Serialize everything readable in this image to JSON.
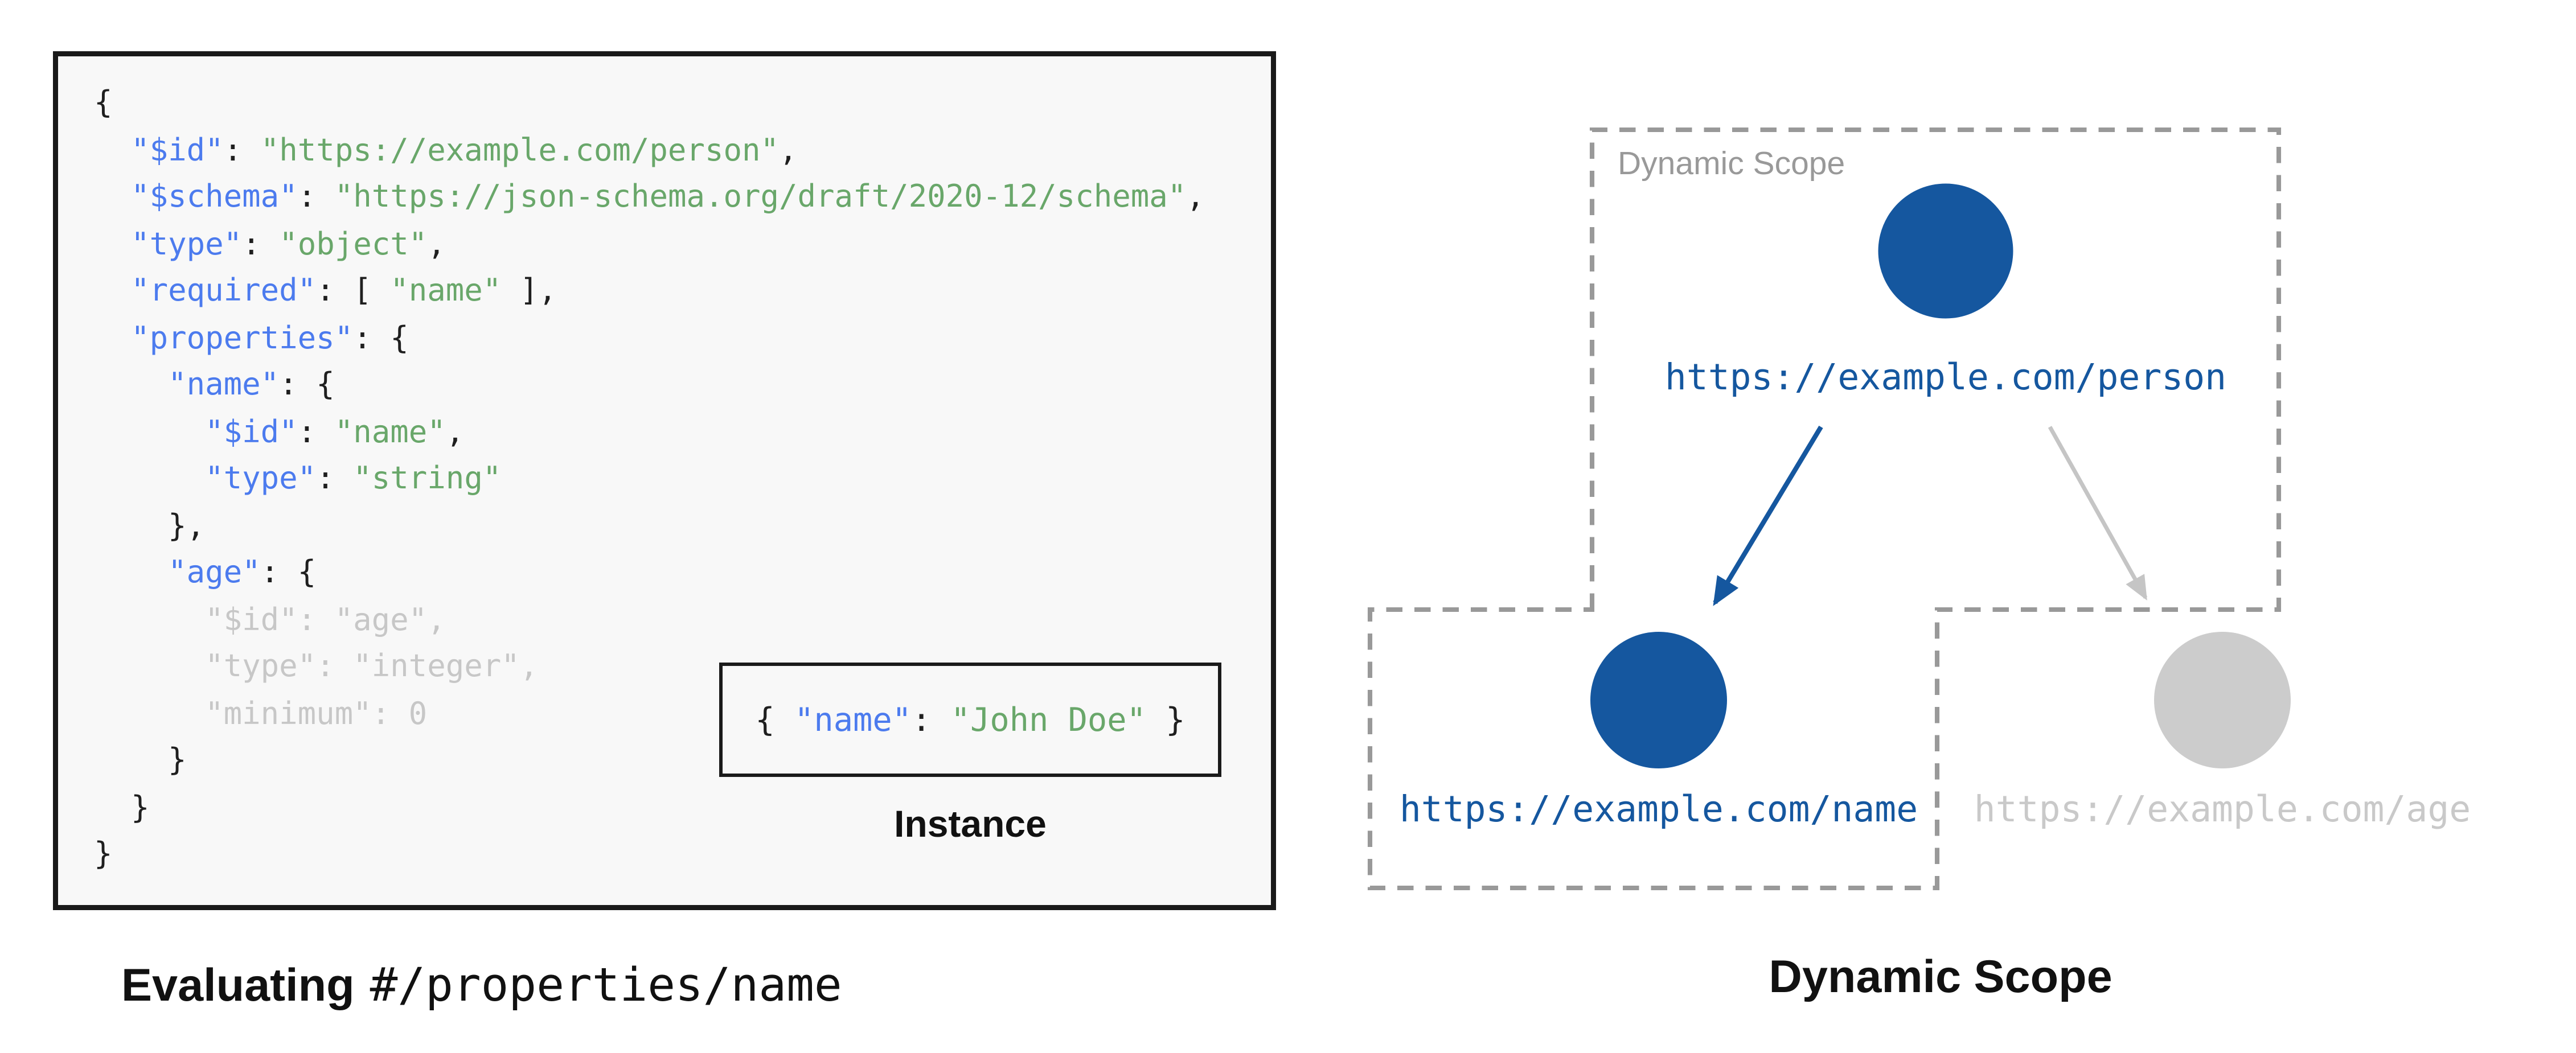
{
  "colors": {
    "page_bg": "#ffffff",
    "code_bg": "#f8f8f8",
    "border_black": "#1a1a1a",
    "punct_black": "#1f1f1f",
    "key_blue": "#4c7bee",
    "string_green": "#69a76a",
    "dim_gray": "#c7c7c7",
    "caption_black": "#111111",
    "node_blue": "#15579f",
    "node_gray": "#cccccc",
    "url_gray": "#c9c9c9",
    "arrow_gray": "#c5c5c5",
    "dashed_gray": "#999999",
    "scope_label_gray": "#999999"
  },
  "left_panel": {
    "code_lines": [
      [
        [
          "{",
          "pn"
        ]
      ],
      [
        [
          "  ",
          "pn"
        ],
        [
          "\"$id\"",
          "key"
        ],
        [
          ": ",
          "pn"
        ],
        [
          "\"https://example.com/person\"",
          "str"
        ],
        [
          ",",
          "pn"
        ]
      ],
      [
        [
          "  ",
          "pn"
        ],
        [
          "\"$schema\"",
          "key"
        ],
        [
          ": ",
          "pn"
        ],
        [
          "\"https://json-schema.org/draft/2020-12/schema\"",
          "str"
        ],
        [
          ",",
          "pn"
        ]
      ],
      [
        [
          "  ",
          "pn"
        ],
        [
          "\"type\"",
          "key"
        ],
        [
          ": ",
          "pn"
        ],
        [
          "\"object\"",
          "str"
        ],
        [
          ",",
          "pn"
        ]
      ],
      [
        [
          "  ",
          "pn"
        ],
        [
          "\"required\"",
          "key"
        ],
        [
          ": [ ",
          "pn"
        ],
        [
          "\"name\"",
          "str"
        ],
        [
          " ],",
          "pn"
        ]
      ],
      [
        [
          "  ",
          "pn"
        ],
        [
          "\"properties\"",
          "key"
        ],
        [
          ": {",
          "pn"
        ]
      ],
      [
        [
          "    ",
          "pn"
        ],
        [
          "\"name\"",
          "key"
        ],
        [
          ": {",
          "pn"
        ]
      ],
      [
        [
          "      ",
          "pn"
        ],
        [
          "\"$id\"",
          "key"
        ],
        [
          ": ",
          "pn"
        ],
        [
          "\"name\"",
          "str"
        ],
        [
          ",",
          "pn"
        ]
      ],
      [
        [
          "      ",
          "pn"
        ],
        [
          "\"type\"",
          "key"
        ],
        [
          ": ",
          "pn"
        ],
        [
          "\"string\"",
          "str"
        ]
      ],
      [
        [
          "    },",
          "pn"
        ]
      ],
      [
        [
          "    ",
          "pn"
        ],
        [
          "\"age\"",
          "key"
        ],
        [
          ": {",
          "pn"
        ]
      ],
      [
        [
          "      \"$id\": \"age\",",
          "dim"
        ]
      ],
      [
        [
          "      \"type\": \"integer\",",
          "dim"
        ]
      ],
      [
        [
          "      \"minimum\": 0",
          "dim"
        ]
      ],
      [
        [
          "    }",
          "pn"
        ]
      ],
      [
        [
          "  }",
          "pn"
        ]
      ],
      [
        [
          "}",
          "pn"
        ]
      ]
    ],
    "instance": {
      "tokens": [
        [
          "{ ",
          "pn"
        ],
        [
          "\"name\"",
          "key"
        ],
        [
          ": ",
          "pn"
        ],
        [
          "\"John Doe\"",
          "str"
        ],
        [
          " }",
          "pn"
        ]
      ],
      "label": "Instance"
    },
    "caption": {
      "bold": "Evaluating",
      "path": "#/properties/name"
    }
  },
  "right_panel": {
    "scope_label": "Dynamic Scope",
    "caption": "Dynamic Scope",
    "nodes": [
      {
        "id": "person",
        "url": "https://example.com/person",
        "color": "#15579f",
        "url_color": "#15579f"
      },
      {
        "id": "name",
        "url": "https://example.com/name",
        "color": "#15579f",
        "url_color": "#15579f"
      },
      {
        "id": "age",
        "url": "https://example.com/age",
        "color": "#cccccc",
        "url_color": "#c9c9c9"
      }
    ],
    "arrows": [
      {
        "id": "person-to-name",
        "color": "#15579f"
      },
      {
        "id": "person-to-age",
        "color": "#c5c5c5"
      }
    ]
  }
}
